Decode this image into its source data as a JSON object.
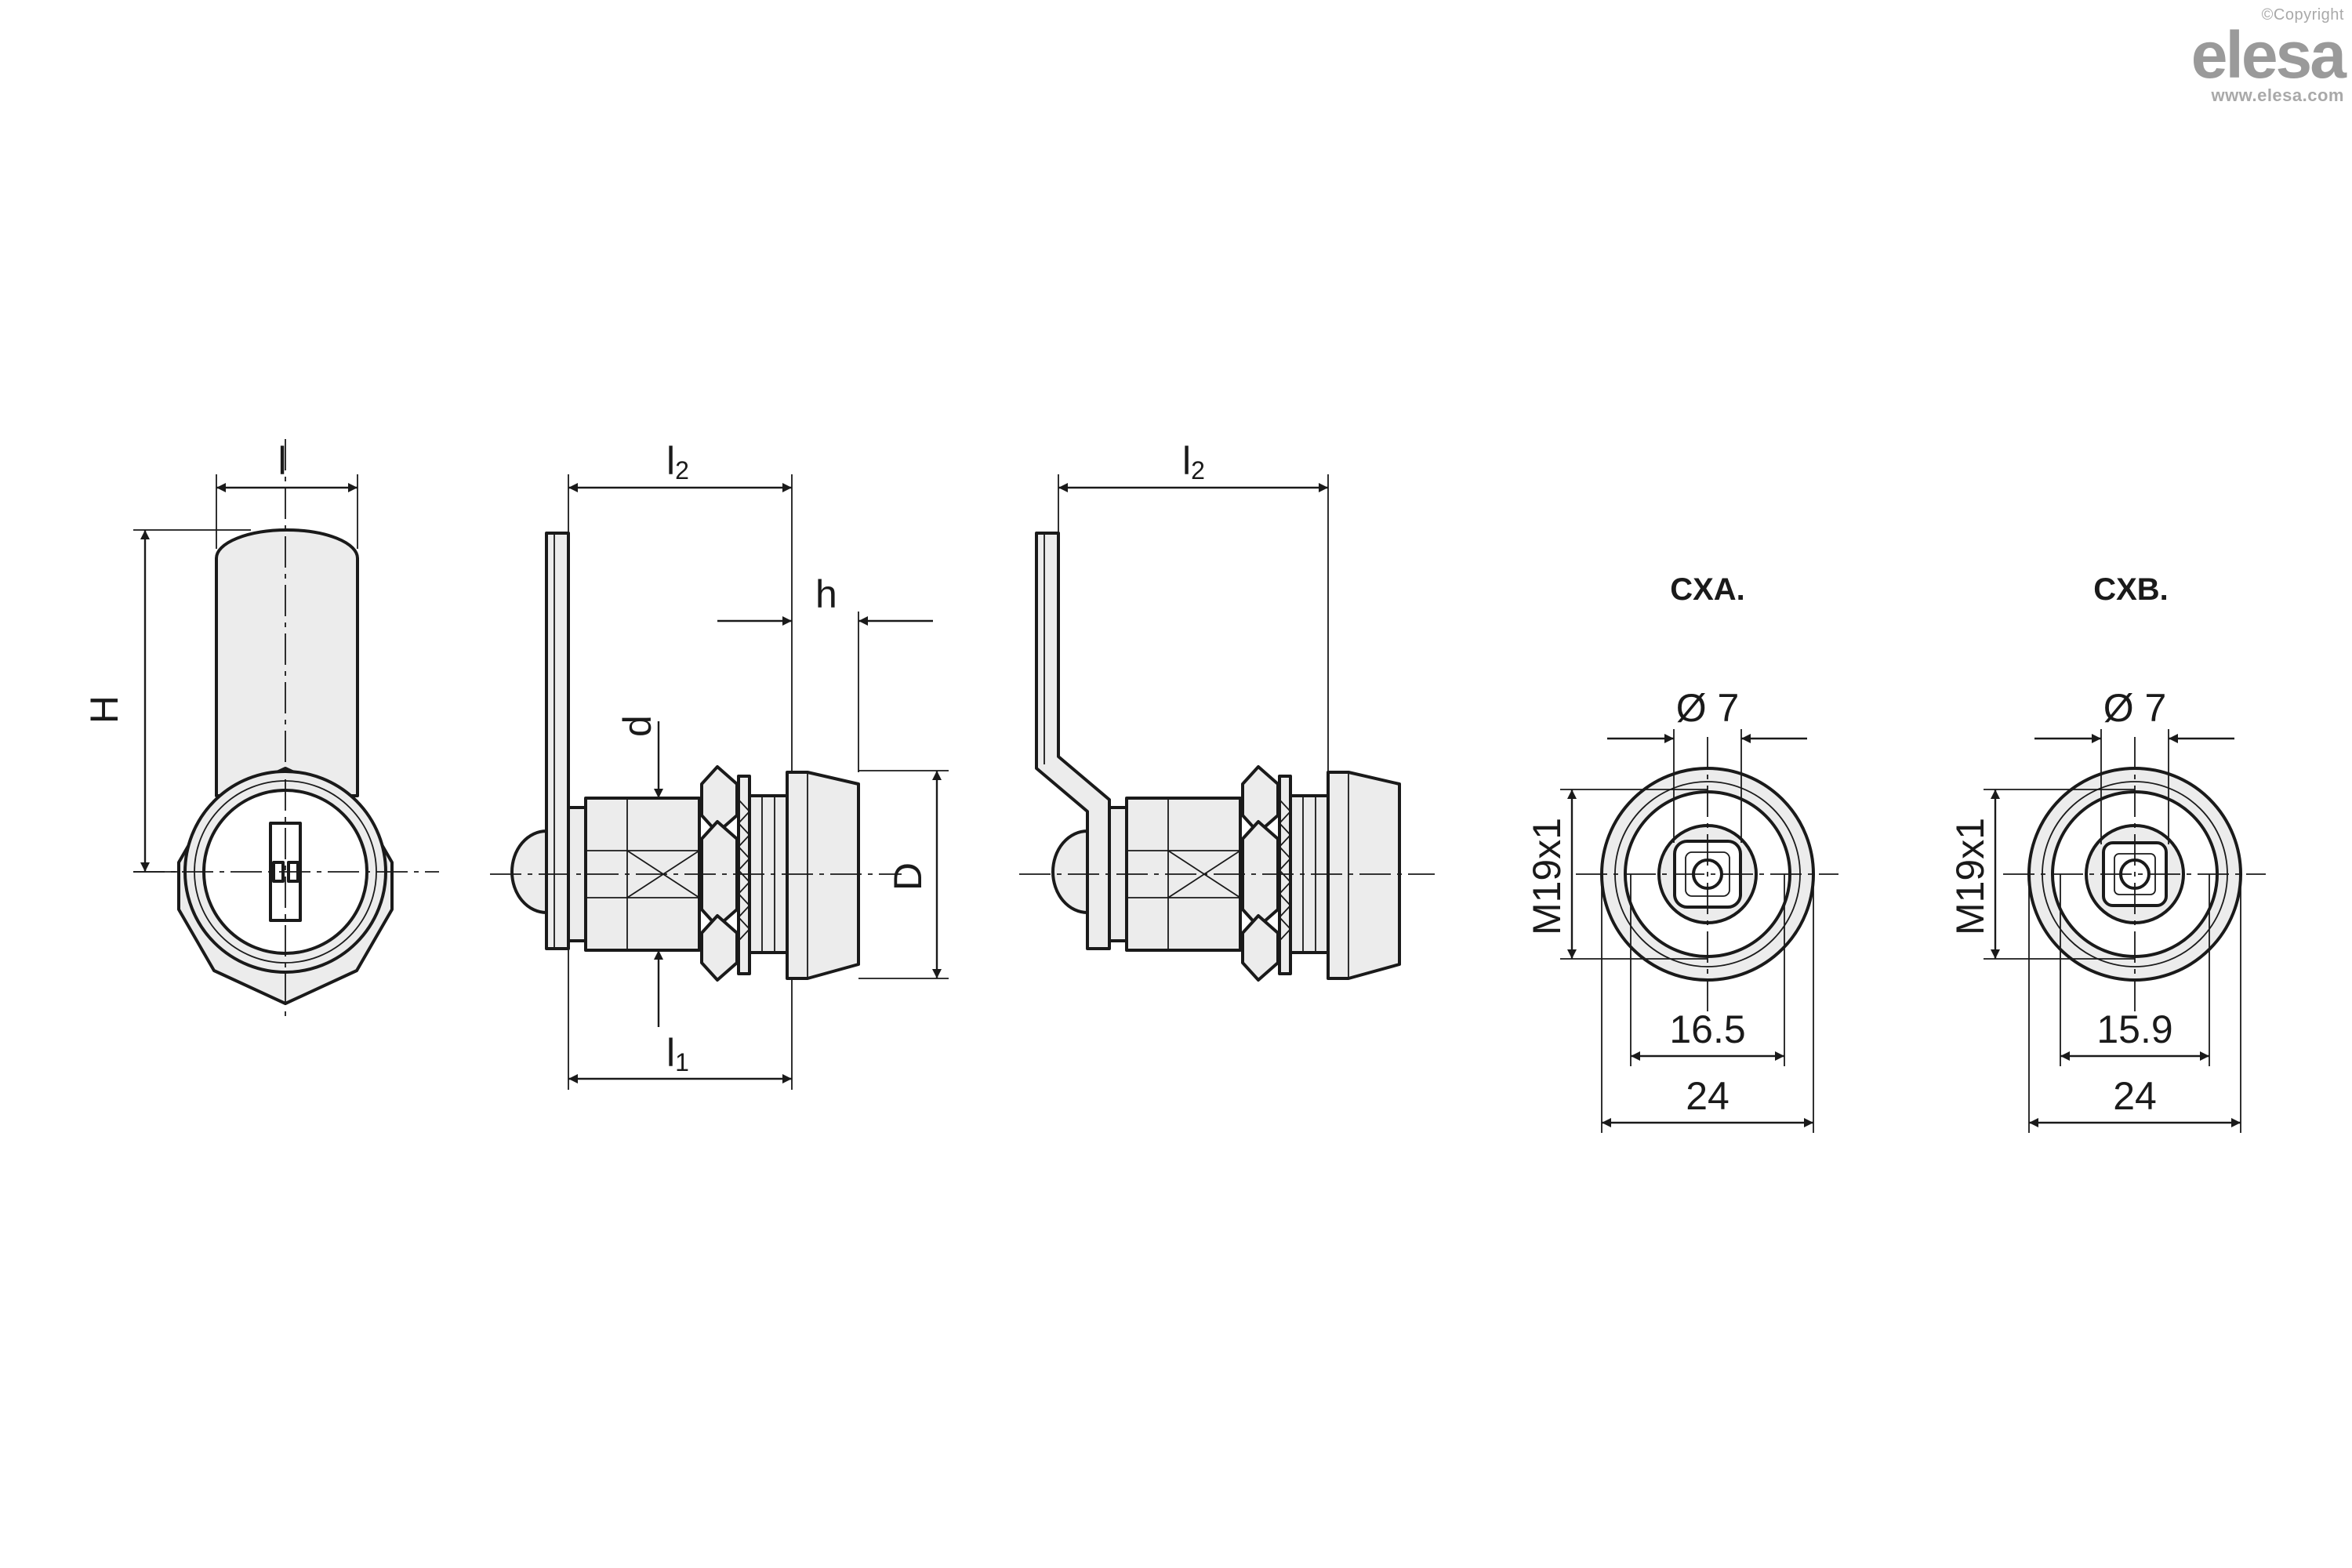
{
  "brand": {
    "copyright": "©Copyright",
    "logo": "elesa",
    "url": "www.elesa.com"
  },
  "views": {
    "front": {
      "width_label": "l",
      "height_label": "H"
    },
    "side_straight": {
      "l2": "l",
      "l2_sub": "2",
      "h": "h",
      "d": "d",
      "D": "D",
      "l1": "l",
      "l1_sub": "1"
    },
    "side_cranked": {
      "l2": "l",
      "l2_sub": "2"
    },
    "cxa": {
      "title": "CXA.",
      "hole": "Ø 7",
      "thread": "M19x1",
      "inner": "16.5",
      "outer": "24"
    },
    "cxb": {
      "title": "CXB.",
      "hole": "Ø 7",
      "thread": "M19x1",
      "inner": "15.9",
      "outer": "24"
    }
  }
}
